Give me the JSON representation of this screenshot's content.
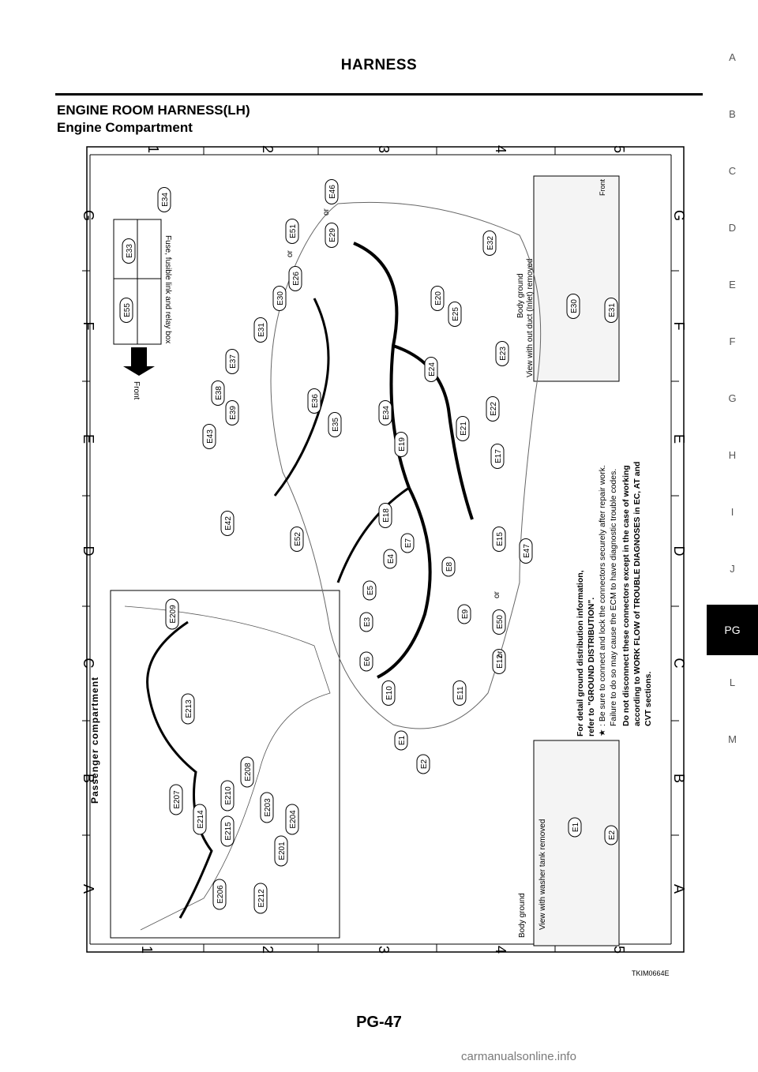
{
  "header": {
    "title": "HARNESS"
  },
  "section": {
    "title": "ENGINE ROOM HARNESS(LH)",
    "subtitle": "Engine Compartment"
  },
  "side_tabs": [
    "A",
    "B",
    "C",
    "D",
    "E",
    "F",
    "G",
    "H",
    "I",
    "J",
    "PG",
    "L",
    "M"
  ],
  "active_tab": "PG",
  "grid": {
    "letters": [
      "G",
      "F",
      "E",
      "D",
      "C",
      "B",
      "A"
    ],
    "numbers": [
      "1",
      "2",
      "3",
      "4",
      "5"
    ]
  },
  "fuse_box": {
    "label": "Fuse, fusible link and relay box",
    "front": "Front",
    "connectors": [
      "E55",
      "E33",
      "E34"
    ]
  },
  "passenger": {
    "title": "Passenger compartment",
    "connectors": [
      "E209",
      "E213",
      "E207",
      "E210",
      "E208",
      "E214",
      "E215",
      "E203",
      "E204",
      "E201",
      "E206",
      "E212"
    ]
  },
  "inset_top": {
    "title1": "Body ground",
    "title2": "View with out duct (Inlet) removed",
    "front": "Front",
    "connectors": [
      "E30",
      "E31"
    ]
  },
  "inset_bottom": {
    "title1": "Body ground",
    "title2": "View with washer tank removed",
    "connectors": [
      "E1",
      "E2"
    ]
  },
  "engine_connectors": [
    "E46",
    "E29",
    "E51",
    "E26",
    "E30",
    "E31",
    "E37",
    "E38",
    "E39",
    "E43",
    "E42",
    "E52",
    "E36",
    "E35",
    "E34",
    "E19",
    "E18",
    "E7",
    "E4",
    "E5",
    "E3",
    "E6",
    "E10",
    "E1",
    "E2",
    "E11",
    "E12",
    "E50",
    "E15",
    "E47",
    "E8",
    "E9",
    "E17",
    "E21",
    "E22",
    "E24",
    "E23",
    "E25",
    "E20",
    "E32"
  ],
  "or_word": "or",
  "notes": {
    "line1": "For detail ground distribution information,",
    "line2": "refer to \"GROUND DISTRIBUTION\".",
    "star_symbol": "★",
    "line3": ": Be sure to connect and lock the connectors securely after repair work.",
    "line4": "Failure to do so may cause the ECM to have diagnostic trouble codes.",
    "line5": "Do not disconnect these connectors except in the case of working",
    "line6": "according to WORK FLOW of TROUBLE DIAGNOSES in EC, AT and",
    "line7": "CVT sections."
  },
  "figure_code": "TKIM0664E",
  "footer": {
    "page": "PG-47"
  },
  "watermark": "carmanualsonline.info"
}
